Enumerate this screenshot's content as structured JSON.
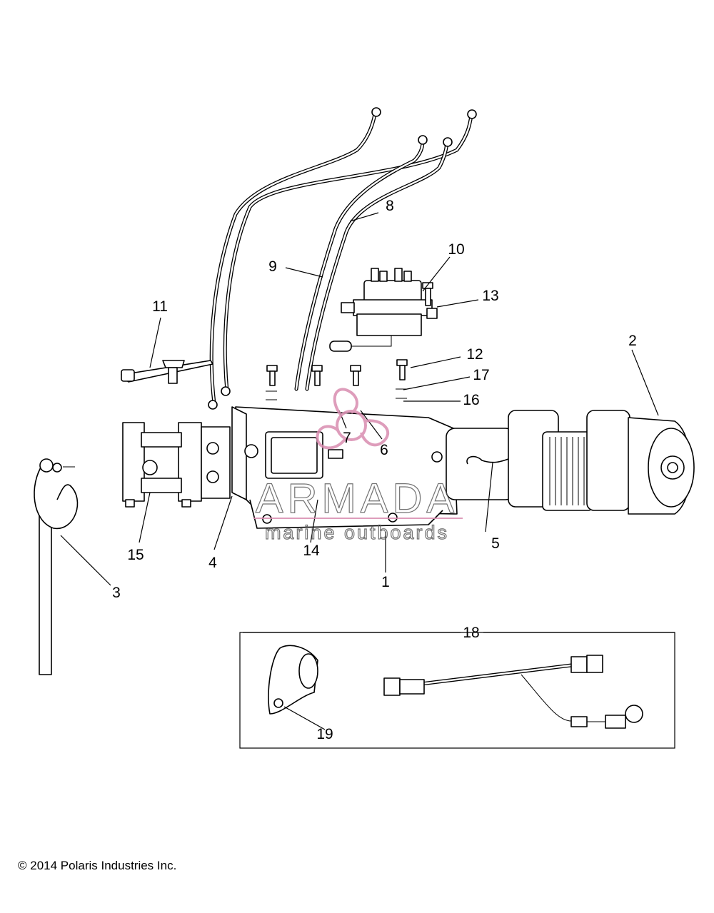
{
  "callouts": [
    "1",
    "2",
    "3",
    "4",
    "5",
    "6",
    "7",
    "8",
    "9",
    "10",
    "11",
    "12",
    "13",
    "14",
    "15",
    "16",
    "17",
    "18",
    "19"
  ],
  "watermark": {
    "brand": "ARMADA",
    "tagline": "marine outboards",
    "color": "#d98cb0"
  },
  "copyright": "© 2014 Polaris Industries Inc."
}
